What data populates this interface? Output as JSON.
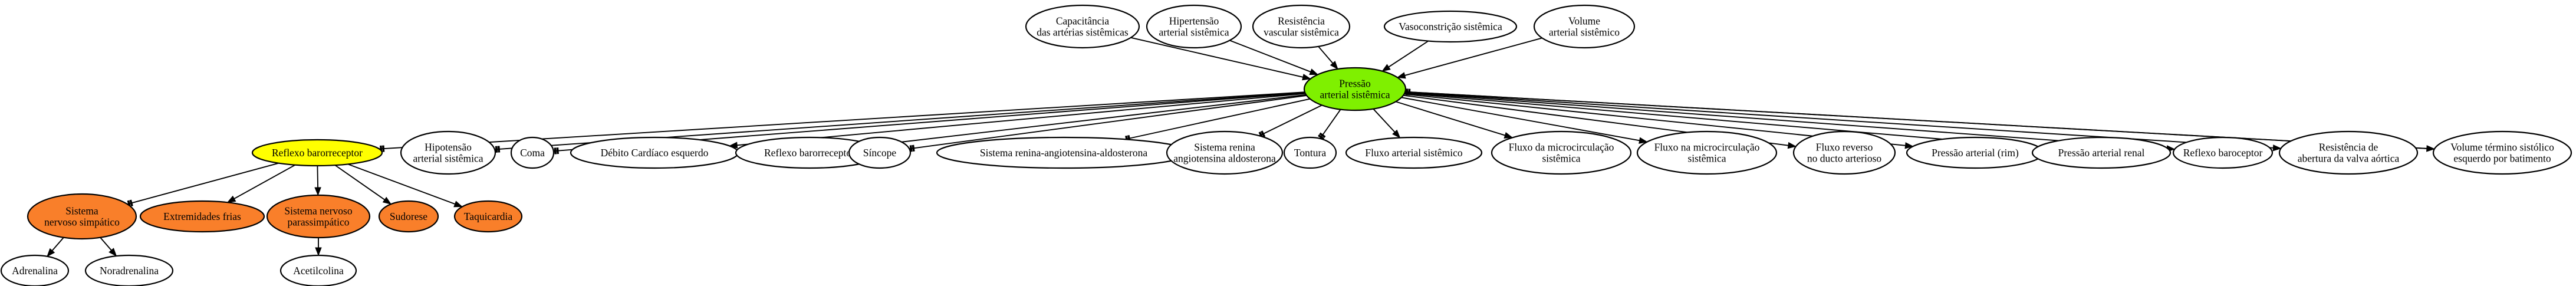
{
  "colors": {
    "background": "#ffffff",
    "default_fill": "#ffffff",
    "highlight_green": "#7ff000",
    "highlight_yellow": "#ffff00",
    "highlight_orange": "#f97f2a",
    "stroke": "#000000"
  },
  "nodes": [
    {
      "id": "cap",
      "lines": [
        "Capacitância",
        "das artérias sistêmicas"
      ],
      "fill": "#ffffff"
    },
    {
      "id": "hipert",
      "lines": [
        "Hipertensão",
        "arterial sistêmica"
      ],
      "fill": "#ffffff"
    },
    {
      "id": "resvasc",
      "lines": [
        "Resistência",
        "vascular sistêmica"
      ],
      "fill": "#ffffff"
    },
    {
      "id": "vasocon",
      "lines": [
        "Vasoconstrição sistêmica"
      ],
      "fill": "#ffffff"
    },
    {
      "id": "volume",
      "lines": [
        "Volume",
        "arterial sistêmico"
      ],
      "fill": "#ffffff"
    },
    {
      "id": "pas",
      "lines": [
        "Pressão",
        "arterial sistêmica"
      ],
      "fill": "#7ff000"
    },
    {
      "id": "reflexo_y",
      "lines": [
        "Reflexo barorreceptor"
      ],
      "fill": "#ffff00"
    },
    {
      "id": "hipot",
      "lines": [
        "Hipotensão",
        "arterial sistêmica"
      ],
      "fill": "#ffffff"
    },
    {
      "id": "coma",
      "lines": [
        "Coma"
      ],
      "fill": "#ffffff"
    },
    {
      "id": "debito",
      "lines": [
        "Débito Cardíaco esquerdo"
      ],
      "fill": "#ffffff"
    },
    {
      "id": "reflexo2",
      "lines": [
        "Reflexo barorreceptor"
      ],
      "fill": "#ffffff"
    },
    {
      "id": "sincope",
      "lines": [
        "Síncope"
      ],
      "fill": "#ffffff"
    },
    {
      "id": "sraa",
      "lines": [
        "Sistema renina-angiotensina-aldosterona"
      ],
      "fill": "#ffffff"
    },
    {
      "id": "sraa2",
      "lines": [
        "Sistema renina",
        "angiotensina aldosterona"
      ],
      "fill": "#ffffff"
    },
    {
      "id": "tontura",
      "lines": [
        "Tontura"
      ],
      "fill": "#ffffff"
    },
    {
      "id": "fluxo_art",
      "lines": [
        "Fluxo arterial sistêmico"
      ],
      "fill": "#ffffff"
    },
    {
      "id": "fluxo_micro",
      "lines": [
        "Fluxo da microcirculação",
        "sistêmica"
      ],
      "fill": "#ffffff"
    },
    {
      "id": "fluxo_micro2",
      "lines": [
        "Fluxo na microcirculação",
        "sistêmica"
      ],
      "fill": "#ffffff"
    },
    {
      "id": "fluxo_rev",
      "lines": [
        "Fluxo reverso",
        "no ducto arterioso"
      ],
      "fill": "#ffffff"
    },
    {
      "id": "pa_rim",
      "lines": [
        "Pressão arterial (rim)"
      ],
      "fill": "#ffffff"
    },
    {
      "id": "pa_renal",
      "lines": [
        "Pressão arterial renal"
      ],
      "fill": "#ffffff"
    },
    {
      "id": "reflexo3",
      "lines": [
        "Reflexo baroceptor"
      ],
      "fill": "#ffffff"
    },
    {
      "id": "res_aortica",
      "lines": [
        "Resistência de",
        "abertura da valva aórtica"
      ],
      "fill": "#ffffff"
    },
    {
      "id": "vol_sist",
      "lines": [
        "Volume término sistólico",
        "esquerdo por batimento"
      ],
      "fill": "#ffffff"
    },
    {
      "id": "sns",
      "lines": [
        "Sistema",
        "nervoso simpático"
      ],
      "fill": "#f97f2a"
    },
    {
      "id": "extrem",
      "lines": [
        "Extremidades frias"
      ],
      "fill": "#f97f2a"
    },
    {
      "id": "snp",
      "lines": [
        "Sistema nervoso",
        "parassimpático"
      ],
      "fill": "#f97f2a"
    },
    {
      "id": "sudorese",
      "lines": [
        "Sudorese"
      ],
      "fill": "#f97f2a"
    },
    {
      "id": "taqui",
      "lines": [
        "Taquicardia"
      ],
      "fill": "#f97f2a"
    },
    {
      "id": "adrenalina",
      "lines": [
        "Adrenalina"
      ],
      "fill": "#ffffff"
    },
    {
      "id": "noradrenalina",
      "lines": [
        "Noradrenalina"
      ],
      "fill": "#ffffff"
    },
    {
      "id": "acetilcolina",
      "lines": [
        "Acetilcolina"
      ],
      "fill": "#ffffff"
    }
  ],
  "edges": [
    {
      "from": "cap",
      "to": "pas",
      "type": "arrow"
    },
    {
      "from": "hipert",
      "to": "pas",
      "type": "arrow"
    },
    {
      "from": "resvasc",
      "to": "pas",
      "type": "arrow"
    },
    {
      "from": "vasocon",
      "to": "pas",
      "type": "arrow"
    },
    {
      "from": "volume",
      "to": "pas",
      "type": "arrow"
    },
    {
      "from": "pas",
      "to": "reflexo_y",
      "type": "double-tee"
    },
    {
      "from": "pas",
      "to": "hipot",
      "type": "double-tee"
    },
    {
      "from": "pas",
      "to": "coma",
      "type": "double-tee"
    },
    {
      "from": "pas",
      "to": "debito",
      "type": "arrow"
    },
    {
      "from": "pas",
      "to": "reflexo2",
      "type": "arrow"
    },
    {
      "from": "pas",
      "to": "sincope",
      "type": "double-tee"
    },
    {
      "from": "pas",
      "to": "sraa",
      "type": "double-tee"
    },
    {
      "from": "pas",
      "to": "sraa2",
      "type": "double-tee"
    },
    {
      "from": "pas",
      "to": "tontura",
      "type": "double-tee"
    },
    {
      "from": "pas",
      "to": "fluxo_art",
      "type": "arrow"
    },
    {
      "from": "pas",
      "to": "fluxo_micro",
      "type": "arrow"
    },
    {
      "from": "pas",
      "to": "fluxo_micro2",
      "type": "arrow"
    },
    {
      "from": "pas",
      "to": "fluxo_rev",
      "type": "arrow"
    },
    {
      "from": "pas",
      "to": "pa_rim",
      "type": "arrow"
    },
    {
      "from": "pas",
      "to": "pa_renal",
      "type": "arrow"
    },
    {
      "from": "pas",
      "to": "reflexo3",
      "type": "arrow"
    },
    {
      "from": "pas",
      "to": "res_aortica",
      "type": "arrow"
    },
    {
      "from": "pas",
      "to": "vol_sist",
      "type": "arrow"
    },
    {
      "from": "vol_sist",
      "to": "pas",
      "type": "double-tee"
    },
    {
      "from": "reflexo_y",
      "to": "sns",
      "type": "double-tee"
    },
    {
      "from": "reflexo_y",
      "to": "extrem",
      "type": "arrow"
    },
    {
      "from": "reflexo_y",
      "to": "snp",
      "type": "arrow"
    },
    {
      "from": "reflexo_y",
      "to": "sudorese",
      "type": "arrow"
    },
    {
      "from": "reflexo_y",
      "to": "taqui",
      "type": "arrow"
    },
    {
      "from": "sns",
      "to": "adrenalina",
      "type": "arrow"
    },
    {
      "from": "sns",
      "to": "noradrenalina",
      "type": "arrow"
    },
    {
      "from": "snp",
      "to": "acetilcolina",
      "type": "arrow"
    }
  ]
}
